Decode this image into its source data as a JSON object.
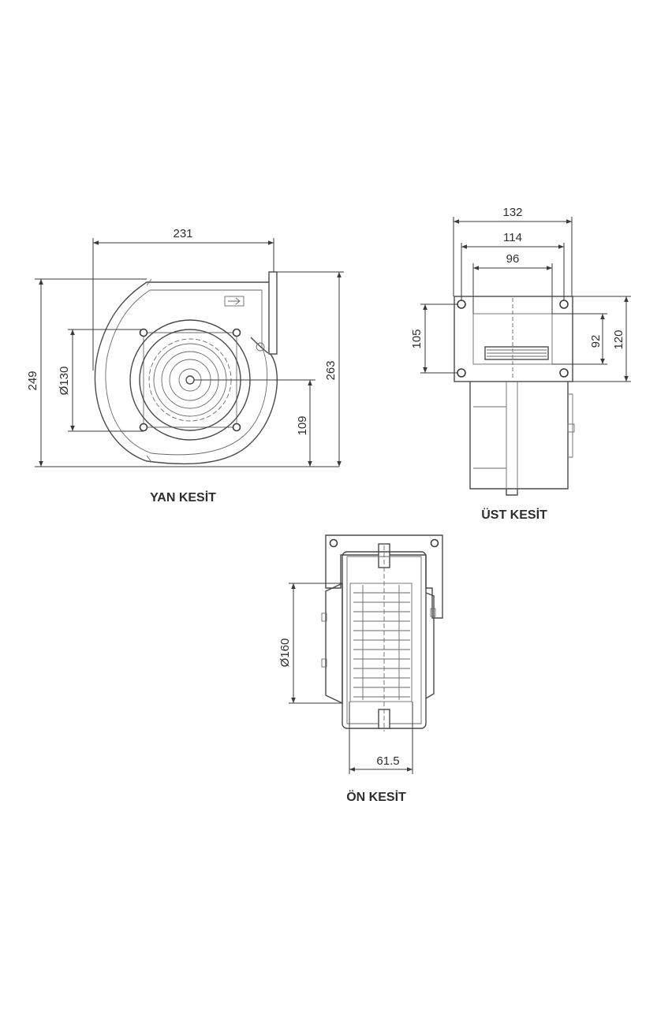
{
  "views": {
    "side": {
      "caption": "YAN KESİT",
      "dims": {
        "width": "231",
        "height_left": "249",
        "height_right": "263",
        "diameter": "Ø130",
        "shaft_height": "109"
      }
    },
    "top": {
      "caption": "ÜST KESİT",
      "dims": {
        "outer_width": "132",
        "mid_width": "114",
        "inner_width": "96",
        "hole_spacing": "105",
        "inner_height": "92",
        "outer_height": "120"
      }
    },
    "front": {
      "caption": "ÖN KESİT",
      "dims": {
        "diameter": "Ø160",
        "width": "61.5"
      }
    }
  },
  "colors": {
    "line": "#4a4a4a",
    "text": "#2e2e2e",
    "background": "#ffffff"
  }
}
